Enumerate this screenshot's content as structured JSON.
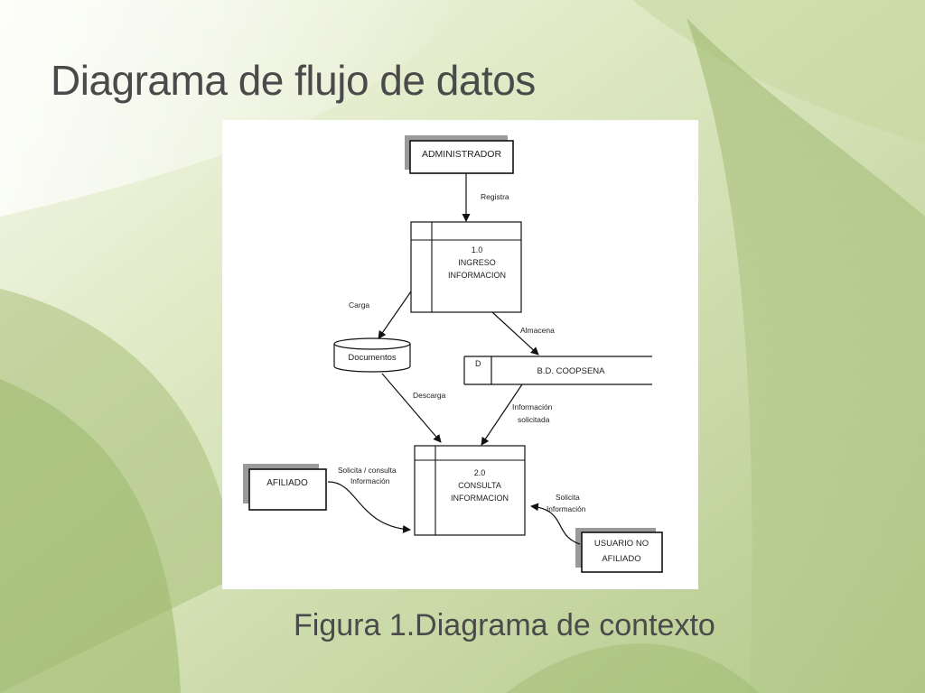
{
  "slide": {
    "title": "Diagrama de flujo de datos",
    "caption": "Figura 1.Diagrama de contexto"
  },
  "diagram": {
    "entities": {
      "administrador": "ADMINISTRADOR",
      "afiliado": "AFILIADO",
      "usuario_no_afiliado": [
        "USUARIO NO",
        "AFILIADO"
      ]
    },
    "processes": {
      "p1": {
        "number": "1.0",
        "name": [
          "INGRESO",
          "INFORMACION"
        ]
      },
      "p2": {
        "number": "2.0",
        "name": [
          "CONSULTA",
          "INFORMACION"
        ]
      }
    },
    "stores": {
      "documentos": "Documentos",
      "bd": {
        "id": "D",
        "name": "B.D. COOPSENA"
      }
    },
    "flows": {
      "registra": "Registra",
      "carga": "Carga",
      "almacena": "Almacena",
      "descarga": "Descarga",
      "informacion_solicitada": [
        "Información",
        "solicitada"
      ],
      "solicita_consulta": [
        "Solicita / consulta",
        "Información"
      ],
      "solicita_informacion": [
        "Solicita",
        "Información"
      ]
    }
  },
  "colors": {
    "background_light": "#f3f6e8",
    "background_green": "#a9c27b",
    "title_text": "#4a4a4a",
    "entity_shadow": "#9a9a9a"
  }
}
